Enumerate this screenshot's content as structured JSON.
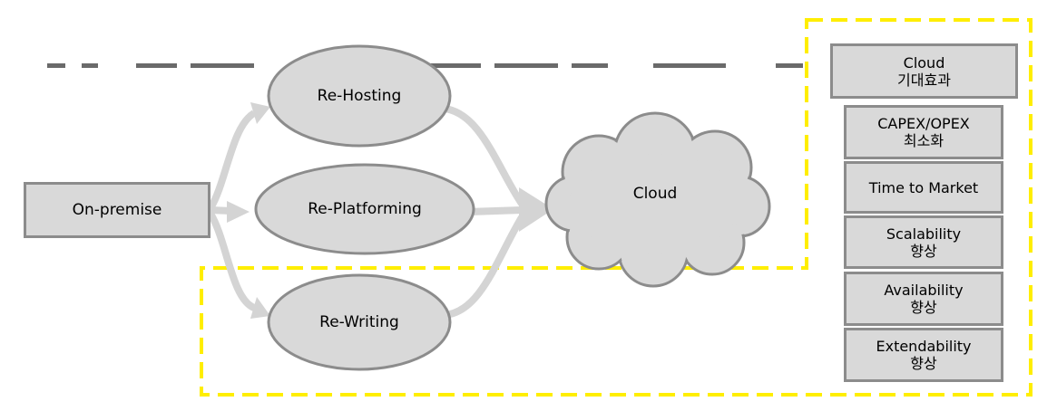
{
  "diagram": {
    "source": "On-premise",
    "target": "Cloud",
    "strategies": [
      "Re-Hosting",
      "Re-Platforming",
      "Re-Writing"
    ],
    "benefits_header": {
      "line1": "Cloud",
      "line2": "기대효과"
    },
    "benefits": [
      {
        "line1": "CAPEX/OPEX",
        "line2": "최소화"
      },
      {
        "line1": "Time to Market",
        "line2": ""
      },
      {
        "line1": "Scalability",
        "line2": "향상"
      },
      {
        "line1": "Availability",
        "line2": "향상"
      },
      {
        "line1": "Extendability",
        "line2": "향상"
      }
    ]
  },
  "colors": {
    "node_fill": "#d9d9d9",
    "node_stroke": "#8c8c8c",
    "arrow": "#d4d4d4",
    "highlight_dash": "#ffee00"
  }
}
